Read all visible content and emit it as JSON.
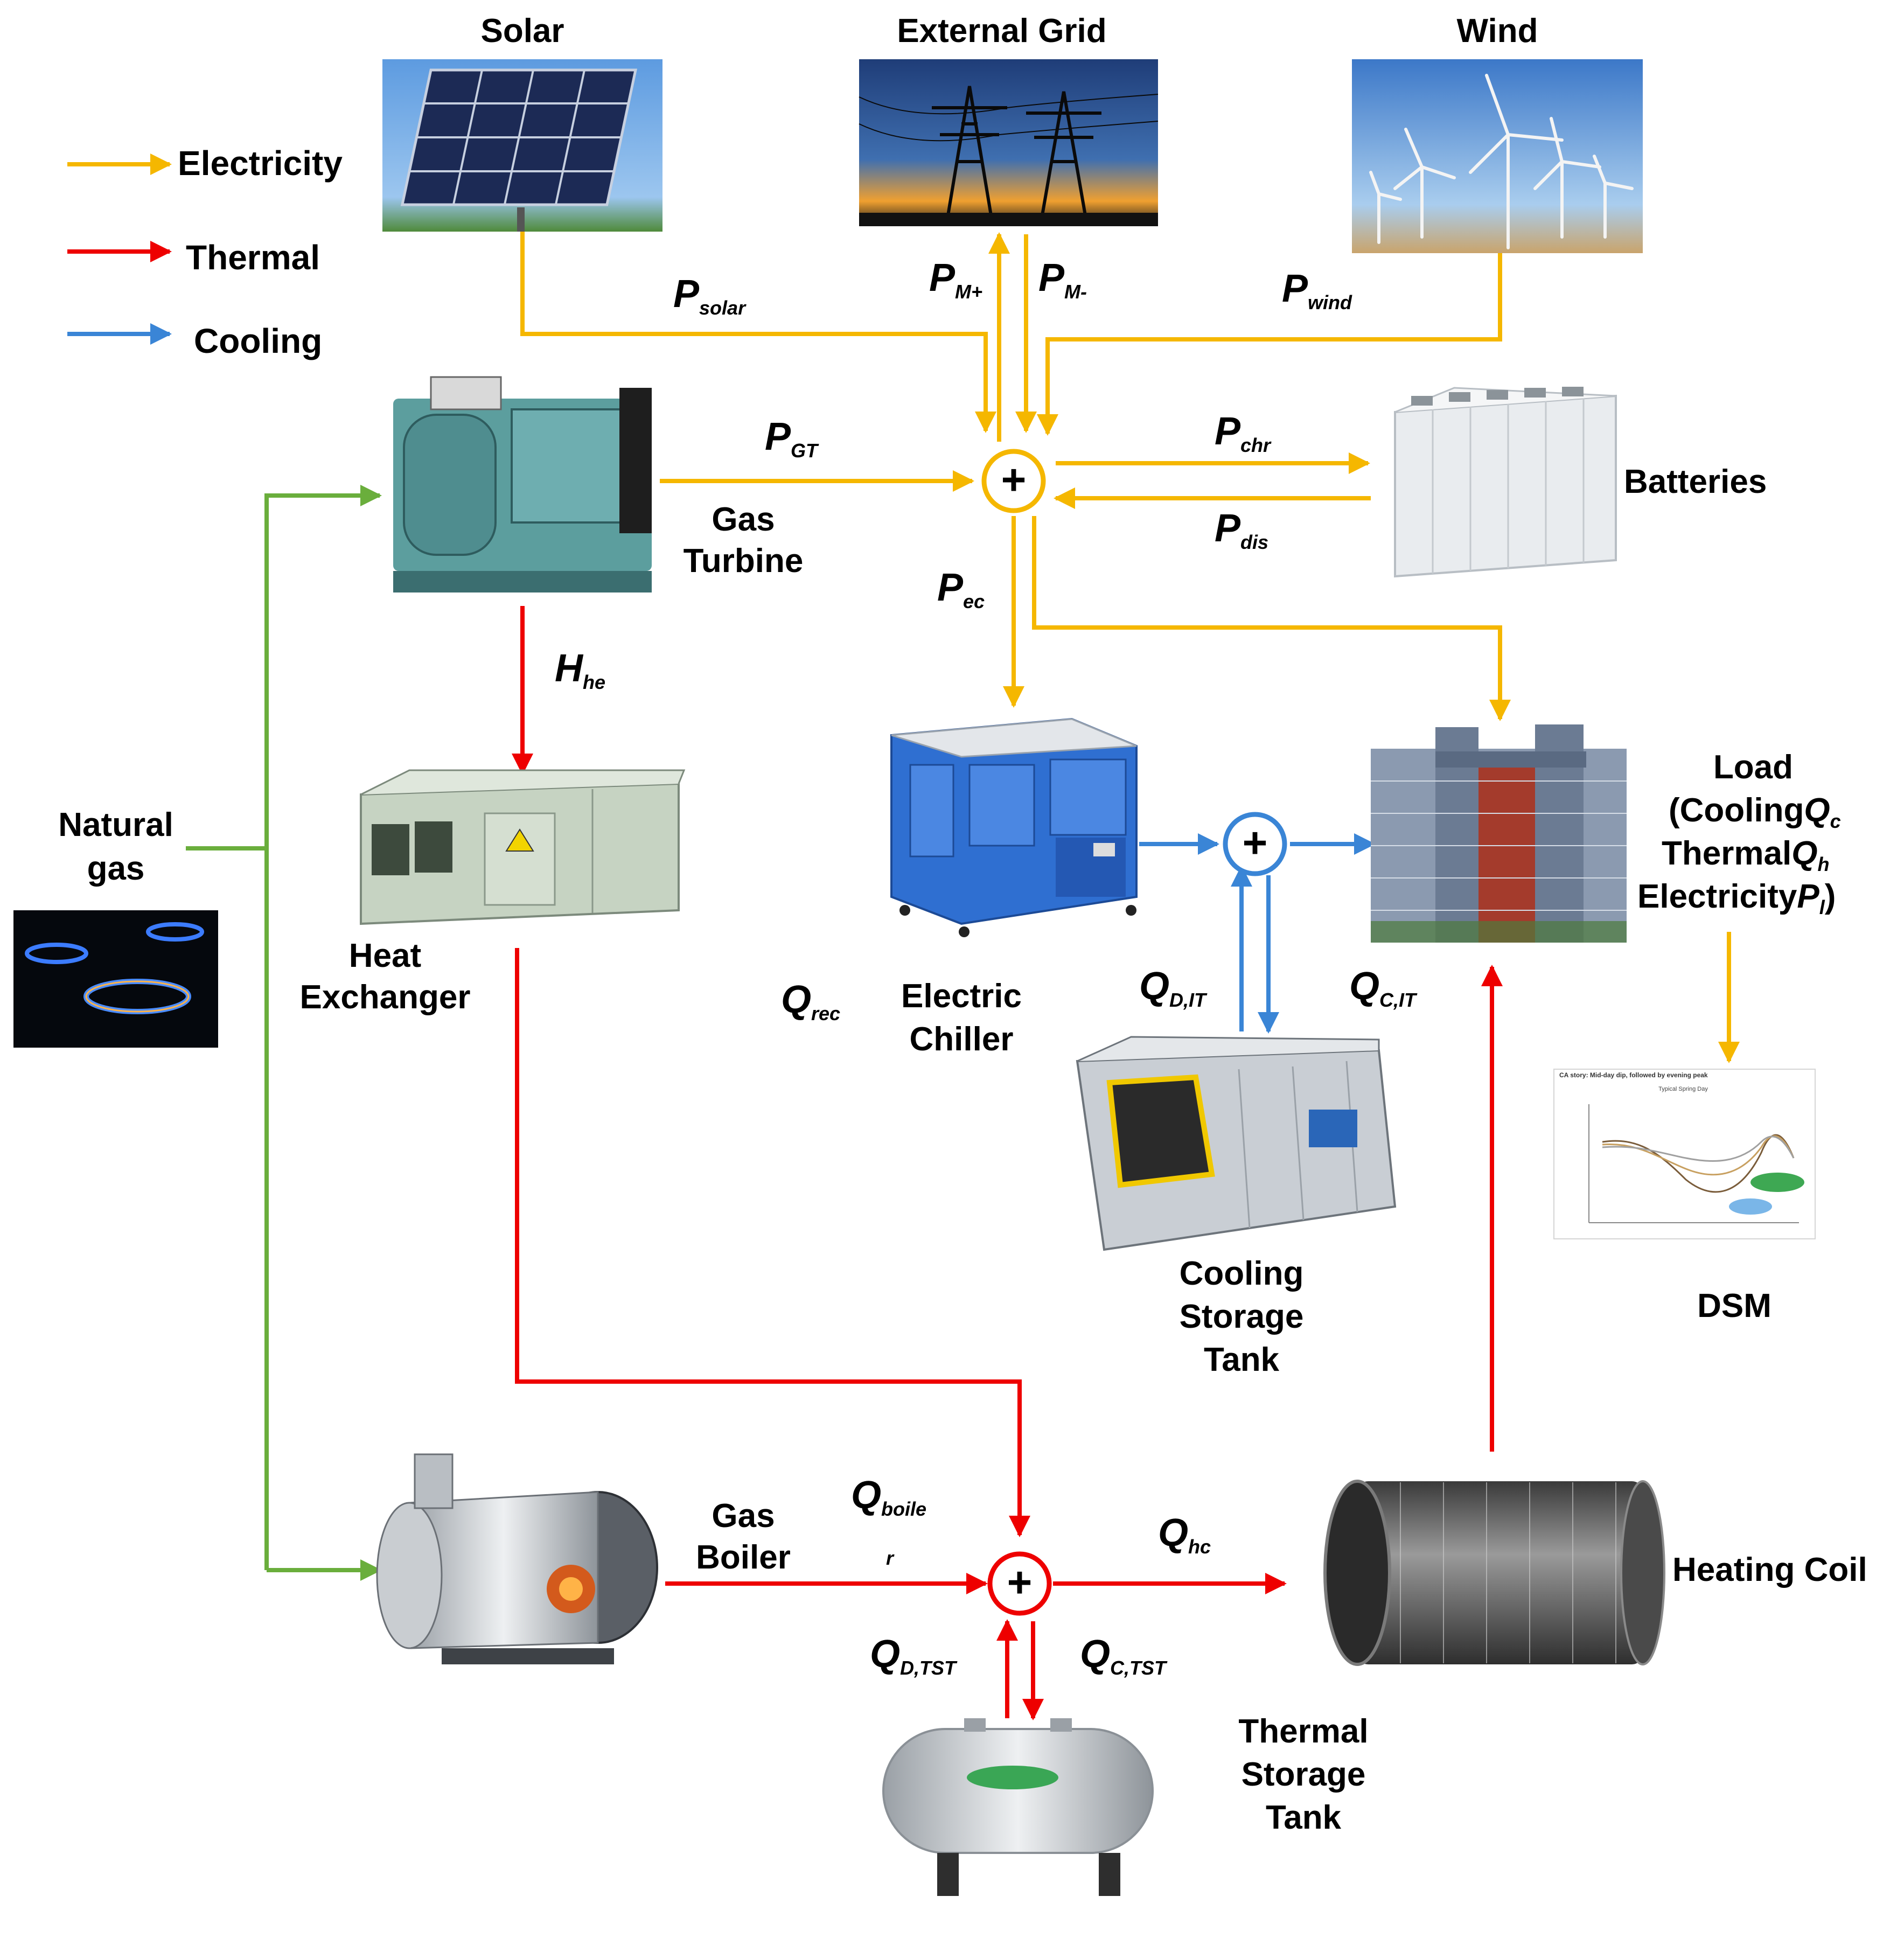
{
  "legend": [
    {
      "label": "Electricity",
      "color": "#F5B700"
    },
    {
      "label": "Thermal",
      "color": "#EE0000"
    },
    {
      "label": "Cooling",
      "color": "#3A85D6"
    }
  ],
  "colors": {
    "electricity": "#F5B700",
    "thermal": "#EE0000",
    "cooling": "#3A85D6",
    "gas": "#6AAE3C"
  },
  "components": {
    "solar": "Solar",
    "external_grid": "External Grid",
    "wind": "Wind",
    "batteries": "Batteries",
    "gas_turbine": [
      "Gas",
      "Turbine"
    ],
    "natural_gas": [
      "Natural",
      "gas"
    ],
    "heat_exchanger": [
      "Heat",
      "Exchanger"
    ],
    "electric_chiller": [
      "Electric",
      "Chiller"
    ],
    "load": [
      "Load",
      "(Cooling",
      "Thermal",
      "Electricity",
      ")"
    ],
    "dsm": "DSM",
    "cooling_storage_tank": [
      "Cooling",
      "Storage",
      "Tank"
    ],
    "gas_boiler": [
      "Gas",
      "Boiler"
    ],
    "heating_coil": "Heating Coil",
    "thermal_storage_tank": [
      "Thermal",
      "Storage",
      "Tank"
    ]
  },
  "variables": {
    "p_solar": {
      "main": "P",
      "sub": "solar"
    },
    "p_m_plus": {
      "main": "P",
      "sub": "M+"
    },
    "p_m_minus": {
      "main": "P",
      "sub": "M-"
    },
    "p_wind": {
      "main": "P",
      "sub": "wind"
    },
    "p_gt": {
      "main": "P",
      "sub": "GT"
    },
    "p_chr": {
      "main": "P",
      "sub": "chr"
    },
    "p_dis": {
      "main": "P",
      "sub": "dis"
    },
    "p_ec": {
      "main": "P",
      "sub": "ec"
    },
    "h_he": {
      "main": "H",
      "sub": "he"
    },
    "q_rec": {
      "main": "Q",
      "sub": "rec"
    },
    "q_d_it": {
      "main": "Q",
      "sub": "D,IT"
    },
    "q_c_it": {
      "main": "Q",
      "sub": "C,IT"
    },
    "q_boiler": {
      "main": "Q",
      "sub": "boile",
      "sub2": "r"
    },
    "q_hc": {
      "main": "Q",
      "sub": "hc"
    },
    "q_d_tst": {
      "main": "Q",
      "sub": "D,TST"
    },
    "q_c_tst": {
      "main": "Q",
      "sub": "C,TST"
    },
    "q_c": {
      "main": "Q",
      "sub": "c"
    },
    "q_h": {
      "main": "Q",
      "sub": "h"
    },
    "p_l": {
      "main": "P",
      "sub": "l"
    }
  },
  "dsm_chart": {
    "title": "CA story: Mid-day dip, followed by evening peak",
    "subtitle": "Typical Spring Day"
  },
  "junction_symbol": "+"
}
